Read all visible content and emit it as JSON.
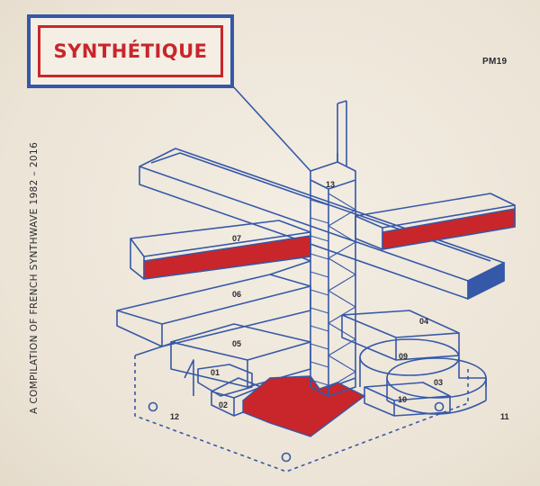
{
  "title": "SYNTHÉTIQUE",
  "catalog_number": "PM19",
  "subtitle": "A COMPILATION OF FRENCH SYNTHWAVE 1982 – 2016",
  "labels": [
    "13",
    "07",
    "06",
    "05",
    "04",
    "09",
    "03",
    "01",
    "02",
    "10",
    "12",
    "11"
  ],
  "colors": {
    "blue": "#3558a8",
    "red": "#c8262b",
    "paper": "#efe8dc",
    "ink": "#2a2a30"
  }
}
